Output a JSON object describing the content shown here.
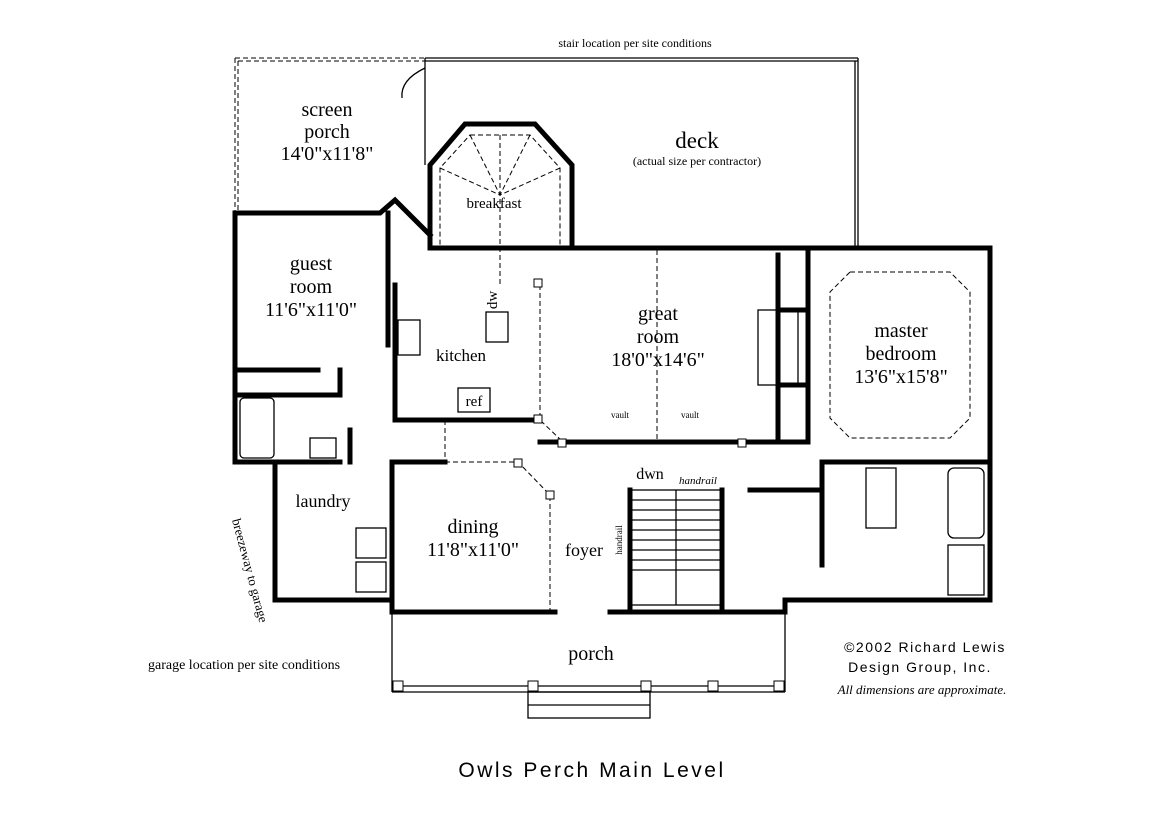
{
  "notes": {
    "stair_location": "stair location per site conditions",
    "garage_location": "garage location per site conditions",
    "breezeway": "breezeway to garage",
    "deck_size": "(actual size per contractor)"
  },
  "rooms": {
    "screen_porch": {
      "name1": "screen",
      "name2": "porch",
      "size": "14'0\"x11'8\""
    },
    "deck": {
      "name": "deck"
    },
    "breakfast": {
      "name": "breakfast"
    },
    "guest_room": {
      "name1": "guest",
      "name2": "room",
      "size": "11'6\"x11'0\""
    },
    "kitchen": {
      "name": "kitchen",
      "dw": "dw",
      "ref": "ref"
    },
    "great_room": {
      "name1": "great",
      "name2": "room",
      "size": "18'0\"x14'6\"",
      "vault1": "vault",
      "vault2": "vault"
    },
    "master_bedroom": {
      "name1": "master",
      "name2": "bedroom",
      "size": "13'6\"x15'8\""
    },
    "laundry": {
      "name": "laundry"
    },
    "dining": {
      "name": "dining",
      "size": "11'8\"x11'0\""
    },
    "foyer": {
      "name": "foyer",
      "handrail": "handrail"
    },
    "stairs": {
      "dwn": "dwn",
      "handrail": "handrail"
    },
    "porch": {
      "name": "porch"
    }
  },
  "copyright": {
    "line1": "©2002 Richard Lewis",
    "line2": "Design Group, Inc.",
    "line3": "All dimensions are approximate."
  },
  "title": "Owls Perch Main Level"
}
